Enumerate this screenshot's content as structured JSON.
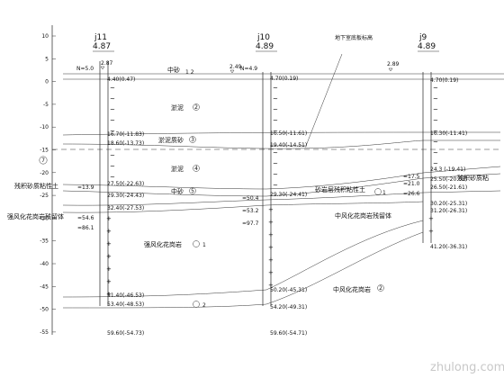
{
  "axis": {
    "ticks": [
      "10",
      "5",
      "0",
      "-5",
      "-10",
      "-15",
      "-20",
      "-25",
      "-30",
      "-35",
      "-40",
      "-45",
      "-50",
      "-55"
    ],
    "circle_label": "7"
  },
  "boreholes": [
    {
      "id": "j11",
      "elev": "4.87",
      "water": "N=5.0",
      "marks": [
        {
          "text": "2.87"
        },
        {
          "text": "4.40(0.47)"
        },
        {
          "text": "16.70(-11.83)"
        },
        {
          "text": "18.60(-13.73)"
        },
        {
          "text": "27.50(-22.63)"
        },
        {
          "text": "29.30(-24.43)"
        },
        {
          "text": "32.40(-27.53)"
        },
        {
          "text": "51.40(-46.53)"
        },
        {
          "text": "53.40(-48.53)"
        },
        {
          "text": "59.60(-54.73)"
        }
      ],
      "n_values": [
        "=13.9",
        "=54.6",
        "=86.1"
      ]
    },
    {
      "id": "j10",
      "elev": "4.89",
      "water": "2.49",
      "water_n": "N=4.9",
      "marks": [
        {
          "text": "4.70(0.19)"
        },
        {
          "text": "16.50(-11.61)"
        },
        {
          "text": "19.40(-14.51)"
        },
        {
          "text": "29.30(-24.41)"
        },
        {
          "text": "50.20(-45.31)"
        },
        {
          "text": "54.20(-49.31)"
        },
        {
          "text": "59.60(-54.71)"
        }
      ],
      "n_values": [
        "=50.4",
        "=53.2",
        "=97.7"
      ]
    },
    {
      "id": "j9",
      "elev": "4.89",
      "water": "2.89",
      "marks": [
        {
          "text": "4.70(0.19)"
        },
        {
          "text": "16.30(-11.41)"
        },
        {
          "text": "24.3 (-19.41)"
        },
        {
          "text": "25.50(-20.61)"
        },
        {
          "text": "26.50(-21.61)"
        },
        {
          "text": "30.20(-25.31)"
        },
        {
          "text": "31.20(-26.31)"
        },
        {
          "text": "41.20(-36.31)"
        }
      ],
      "n_values": [
        "=17.5",
        "=21.0",
        "=26.6"
      ]
    }
  ],
  "layers": {
    "l1": "中砂",
    "l1_num": "1 2",
    "l2": "淤泥",
    "l2_num": "2",
    "l3": "淤泥质砂",
    "l3_num": "3",
    "l4": "淤泥",
    "l4_num": "4",
    "l5": "中砂",
    "l5_num": "5",
    "l6": "强风化花岗岩",
    "l6_num": "1",
    "l7_num": "2",
    "l8": "中风化花岗岩",
    "l8_num": "2",
    "left1": "残积砂质粘性土",
    "left2": "强风化花岗岩残留体",
    "mid1": "砂岩层残积粘性土",
    "mid1_num": "1",
    "mid2": "中风化花岗岩残留体",
    "right1": "残积砂质粘",
    "rockwater": "地下室底板标高",
    "zhong": "中风化花岗岩"
  },
  "watermark": "zhulong.com"
}
